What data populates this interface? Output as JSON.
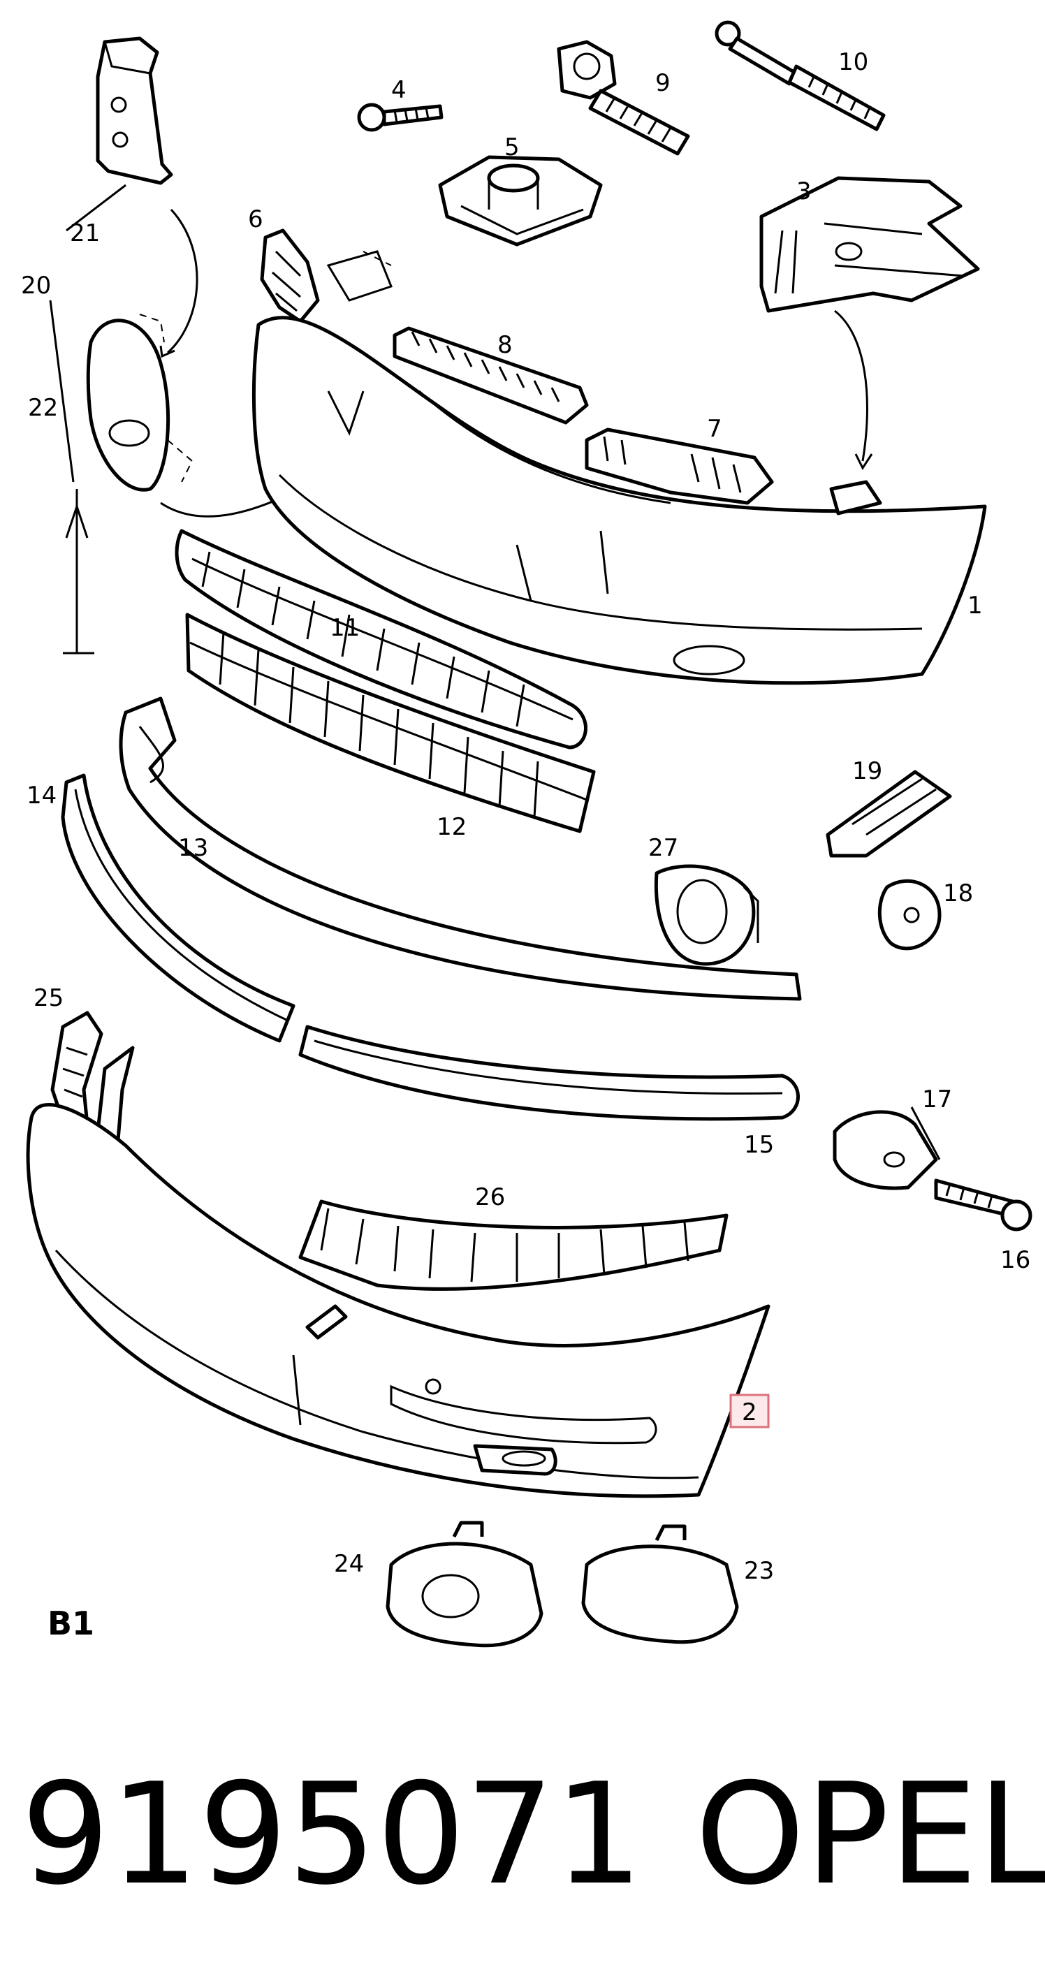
{
  "diagram": {
    "section_label": "B1",
    "callouts": {
      "p1": "1",
      "p2": "2",
      "p3": "3",
      "p4": "4",
      "p5": "5",
      "p6": "6",
      "p7": "7",
      "p8": "8",
      "p9": "9",
      "p10": "10",
      "p11": "11",
      "p12": "12",
      "p13": "13",
      "p14": "14",
      "p15": "15",
      "p16": "16",
      "p17": "17",
      "p18": "18",
      "p19": "19",
      "p20": "20",
      "p21": "21",
      "p22": "22",
      "p23": "23",
      "p24": "24",
      "p25": "25",
      "p26": "26",
      "p27": "27"
    },
    "highlighted_callout": "2",
    "highlight_color": "#d9727c"
  },
  "footer": {
    "part_number": "9195071",
    "brand": "OPEL"
  }
}
